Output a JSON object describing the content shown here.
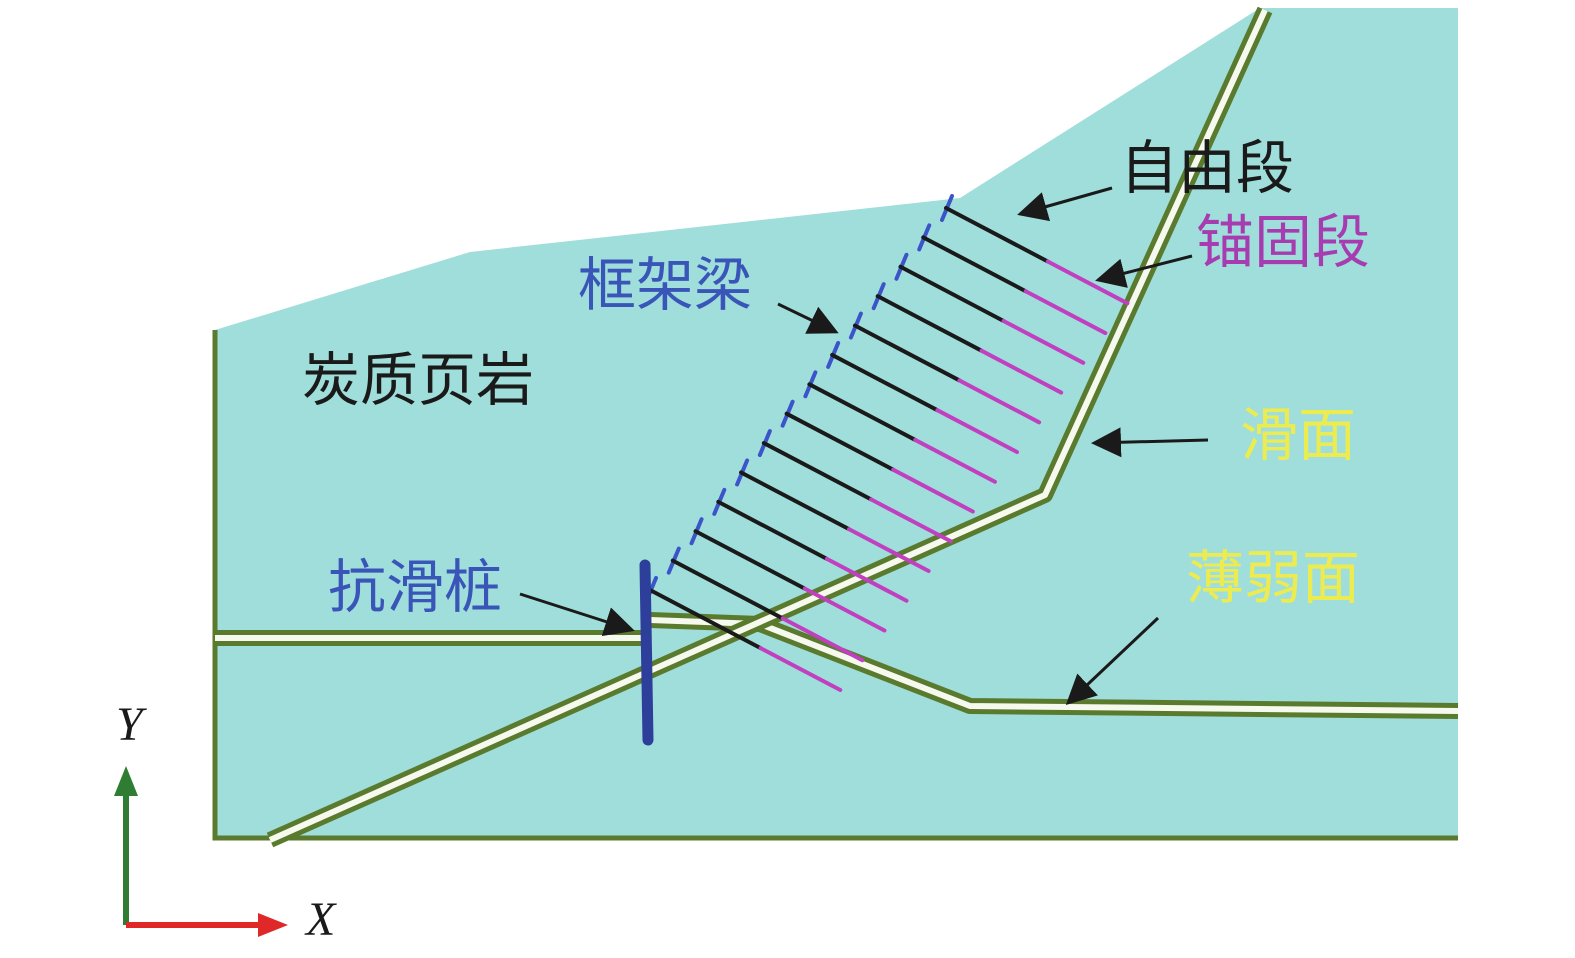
{
  "labels": {
    "free_section": "自由段",
    "anchor_section": "锚固段",
    "frame_beam": "框架梁",
    "carbonaceous_shale": "炭质页岩",
    "slip_surface": "滑面",
    "anti_slide_pile": "抗滑桩",
    "weak_plane": "薄弱面"
  },
  "axes": {
    "x": "X",
    "y": "Y"
  },
  "colors": {
    "rock": "#a0dedb",
    "boundary": "#5a7a2e",
    "slip_band": "#f6f9ee",
    "anchor_free": "#1a1a1a",
    "anchor_fixed": "#c040c0",
    "frame_beam": "#3b55c8",
    "pile": "#2d3f9a",
    "label_black": "#1a1a1a",
    "label_blue": "#3a55b8",
    "label_purple": "#a63cb0",
    "label_yellow": "#ecec50",
    "axis_x": "#e02828",
    "axis_y": "#2e7d32"
  },
  "anchor_count": 14
}
